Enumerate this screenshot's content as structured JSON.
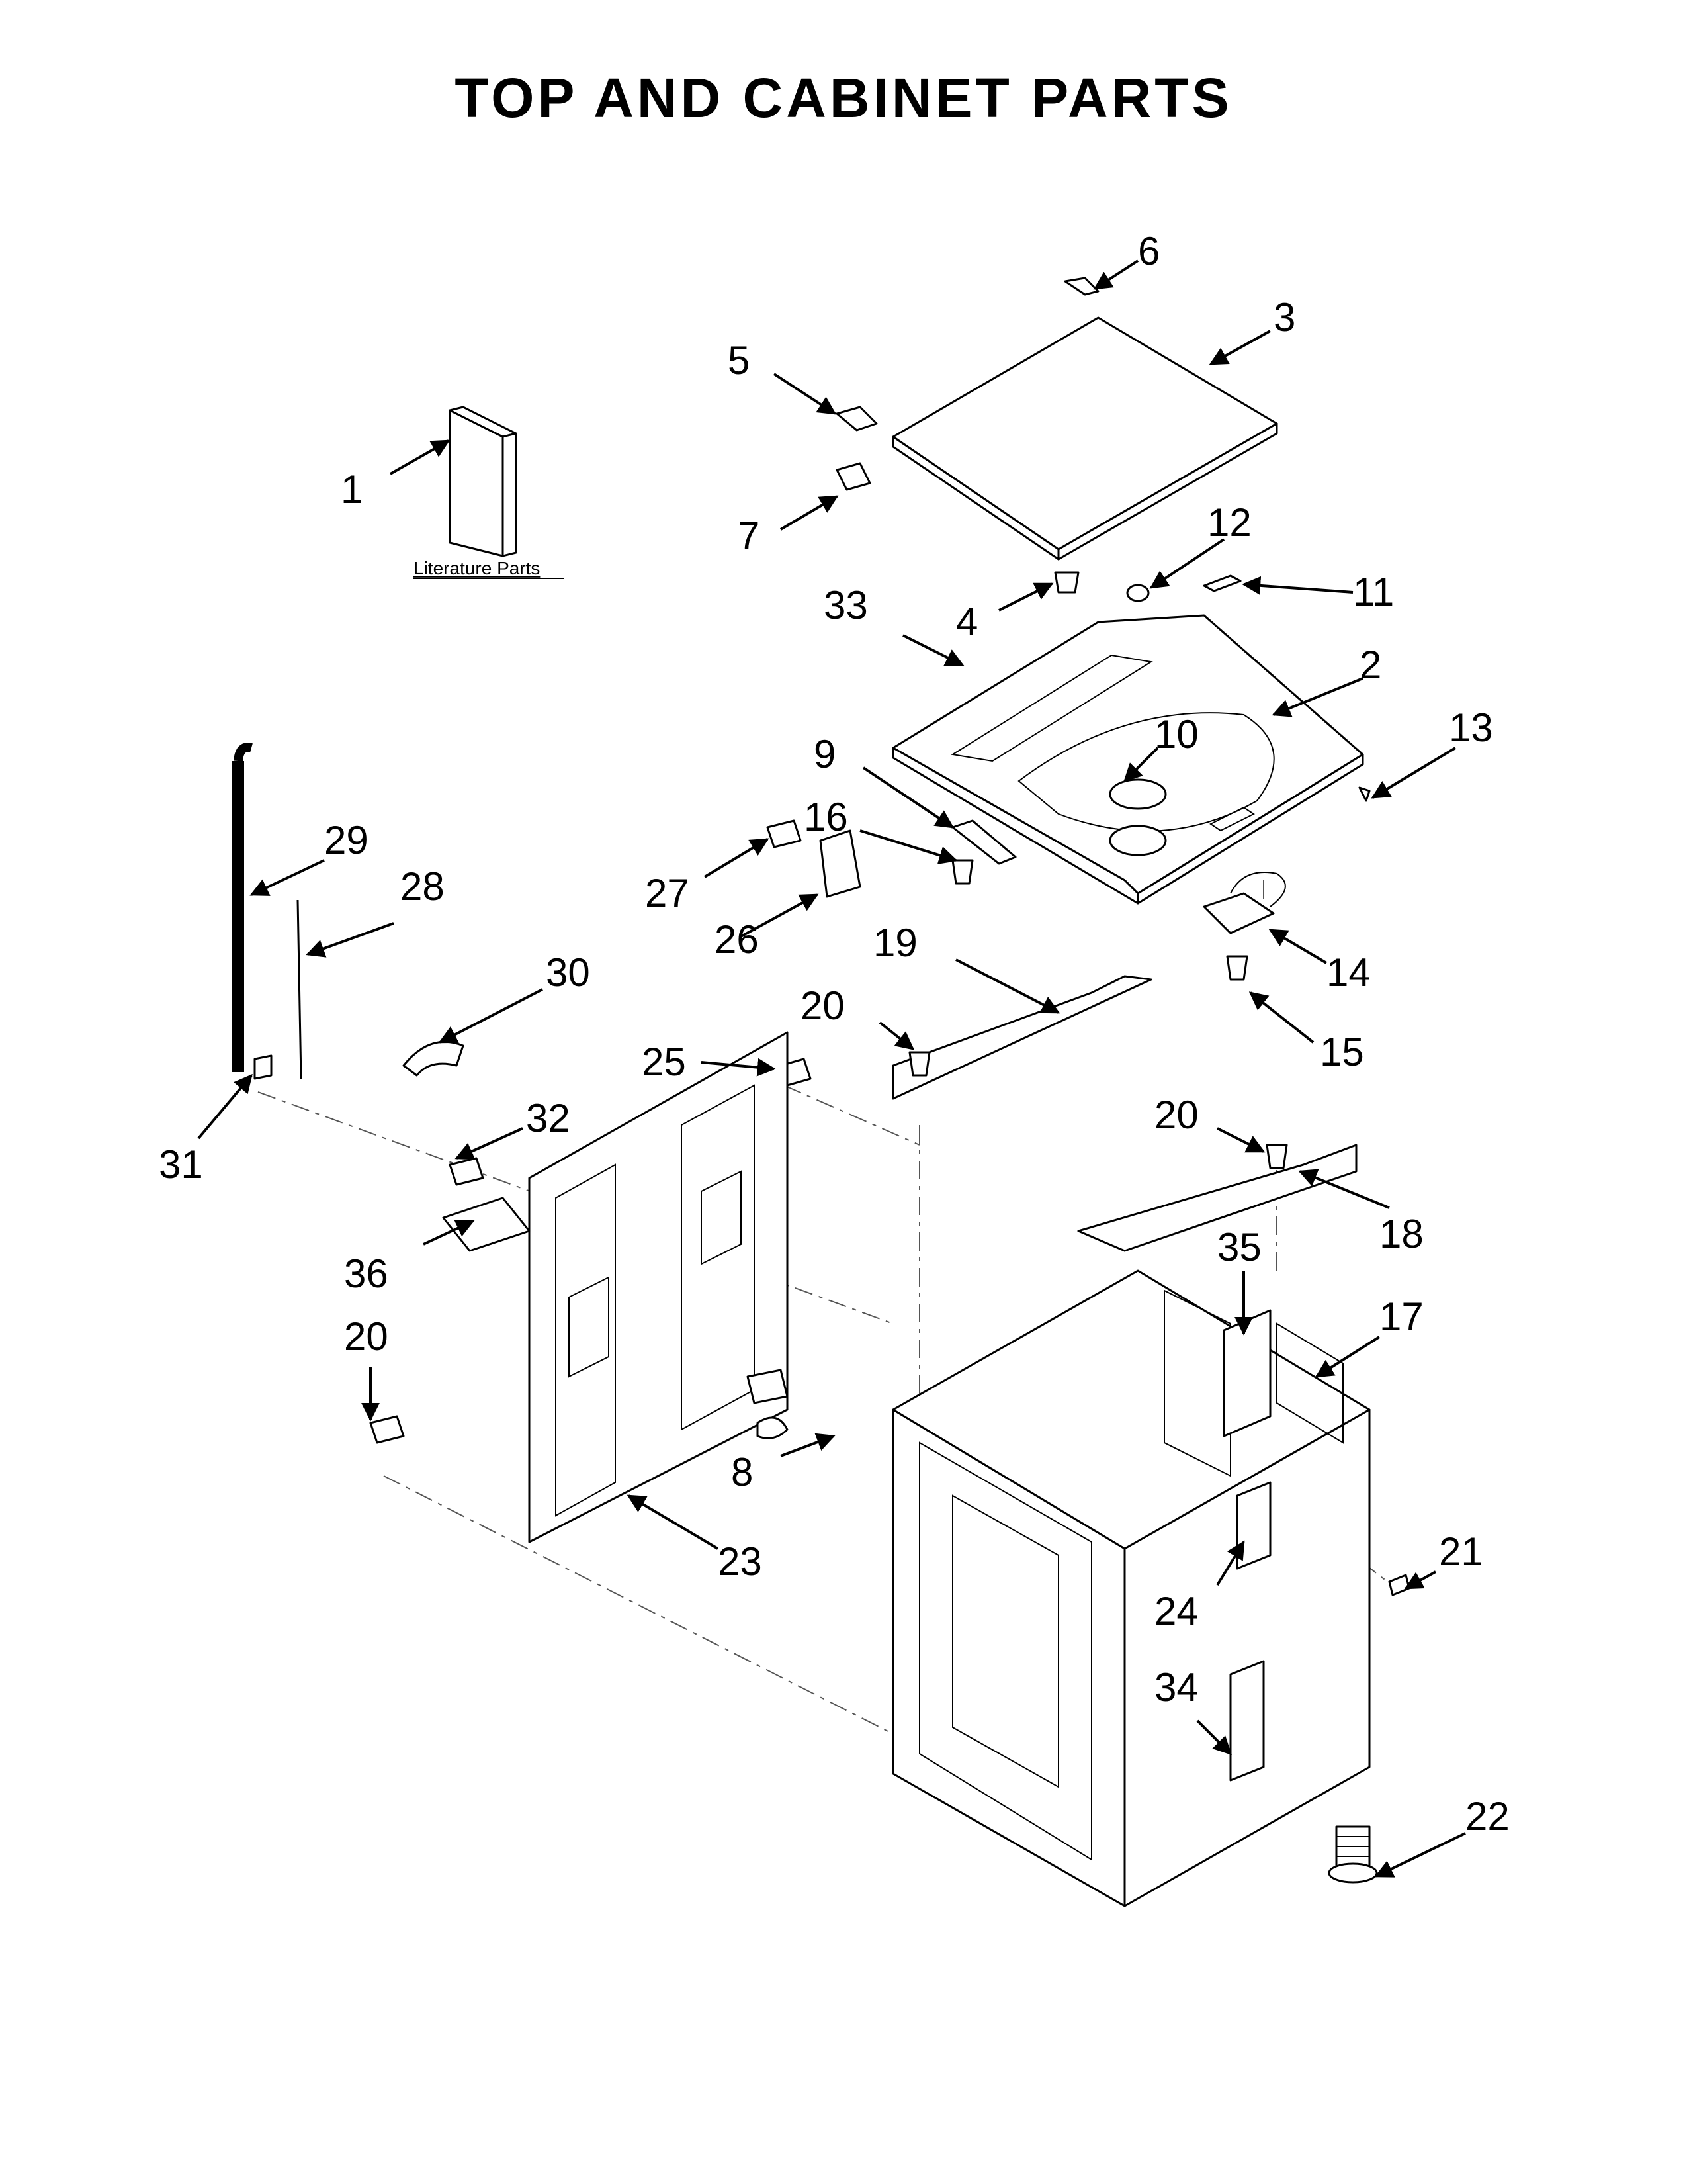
{
  "title": "TOP AND CABINET PARTS",
  "literature_label": "Literature Parts",
  "colors": {
    "ink": "#000000",
    "paper": "#ffffff"
  },
  "callouts": [
    "1",
    "2",
    "3",
    "4",
    "5",
    "6",
    "7",
    "8",
    "9",
    "10",
    "11",
    "12",
    "13",
    "14",
    "15",
    "16",
    "17",
    "18",
    "19",
    "20",
    "20",
    "20",
    "21",
    "22",
    "23",
    "24",
    "25",
    "26",
    "27",
    "28",
    "29",
    "30",
    "31",
    "32",
    "33",
    "34",
    "35",
    "36"
  ]
}
